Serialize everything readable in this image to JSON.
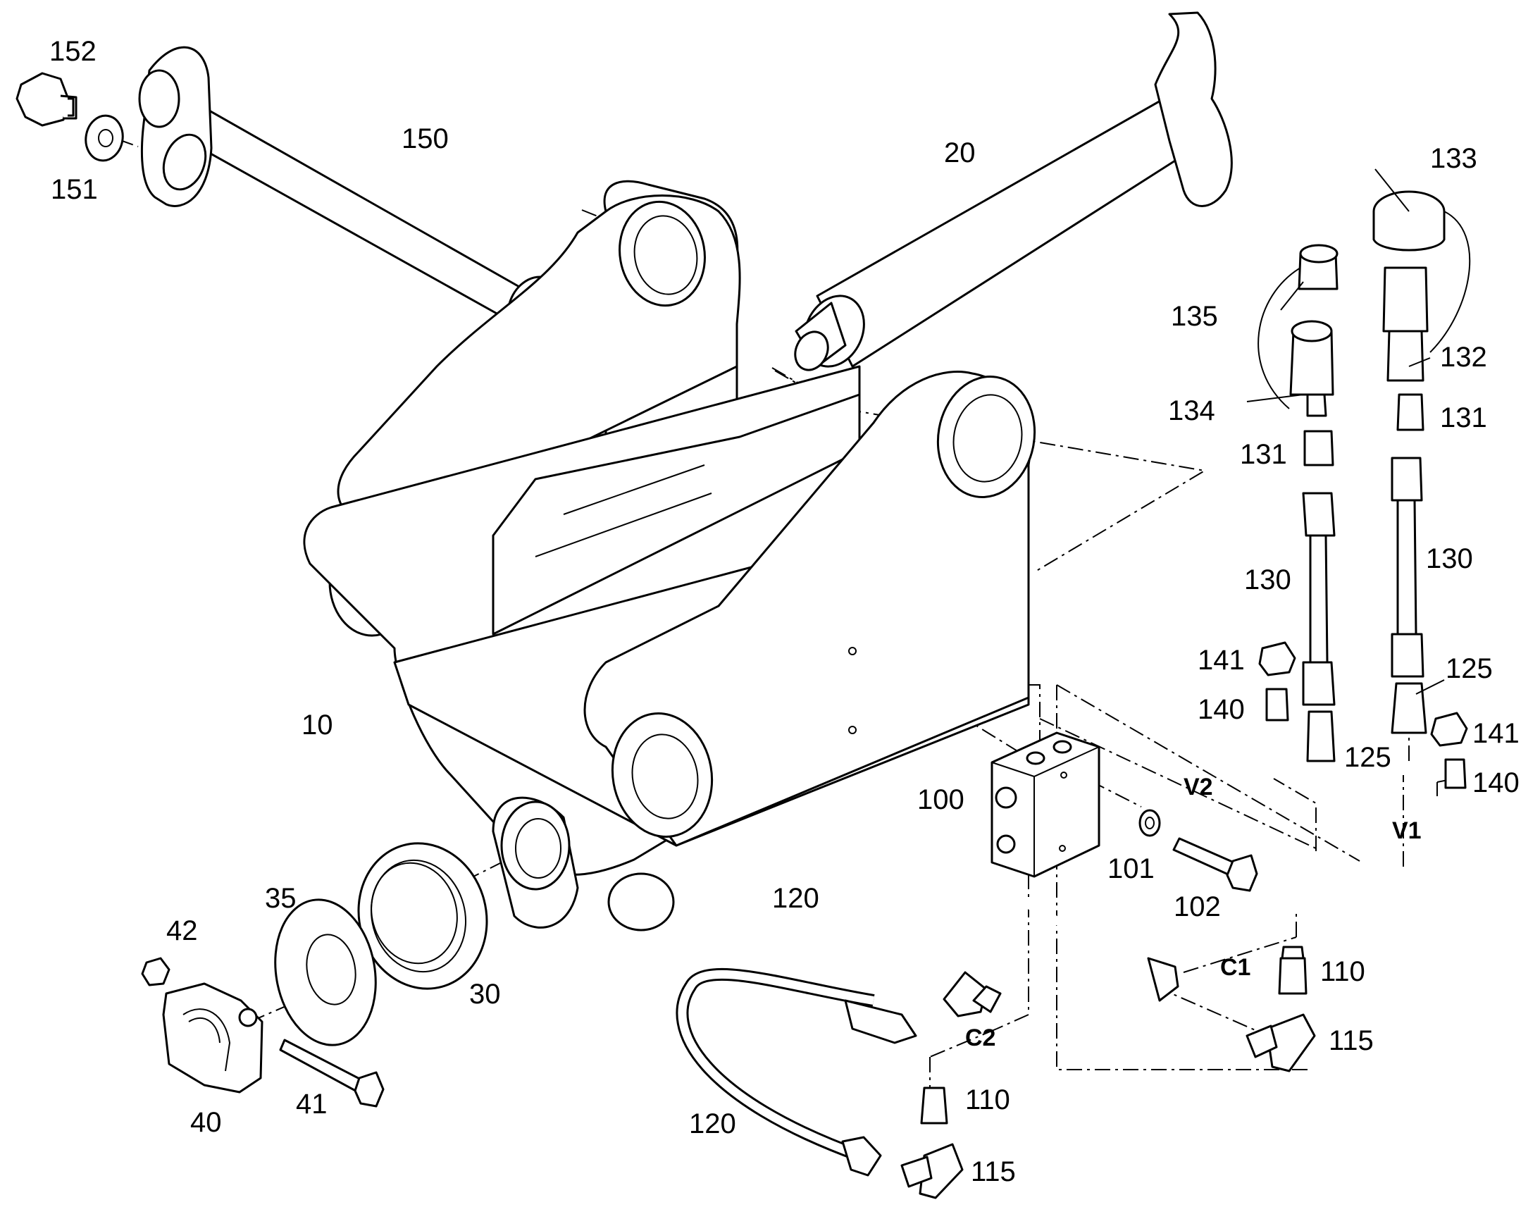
{
  "labels": {
    "l152": "152",
    "l151": "151",
    "l150": "150",
    "l20": "20",
    "l133": "133",
    "l135": "135",
    "l132": "132",
    "l134": "134",
    "l131a": "131",
    "l131b": "131",
    "l130a": "130",
    "l130b": "130",
    "l141a": "141",
    "l140a": "140",
    "l125a": "125",
    "l125b": "125",
    "l141b": "141",
    "l140b": "140",
    "l10": "10",
    "l100": "100",
    "lV2": "V2",
    "lV1": "V1",
    "l101": "101",
    "l102": "102",
    "l35": "35",
    "l30": "30",
    "l42": "42",
    "l40": "40",
    "l41": "41",
    "l120a": "120",
    "l120b": "120",
    "lC1": "C1",
    "l110a": "110",
    "l115a": "115",
    "lC2": "C2",
    "l110b": "110",
    "l115b": "115"
  },
  "colors": {
    "line": "#000000",
    "background": "#ffffff"
  }
}
